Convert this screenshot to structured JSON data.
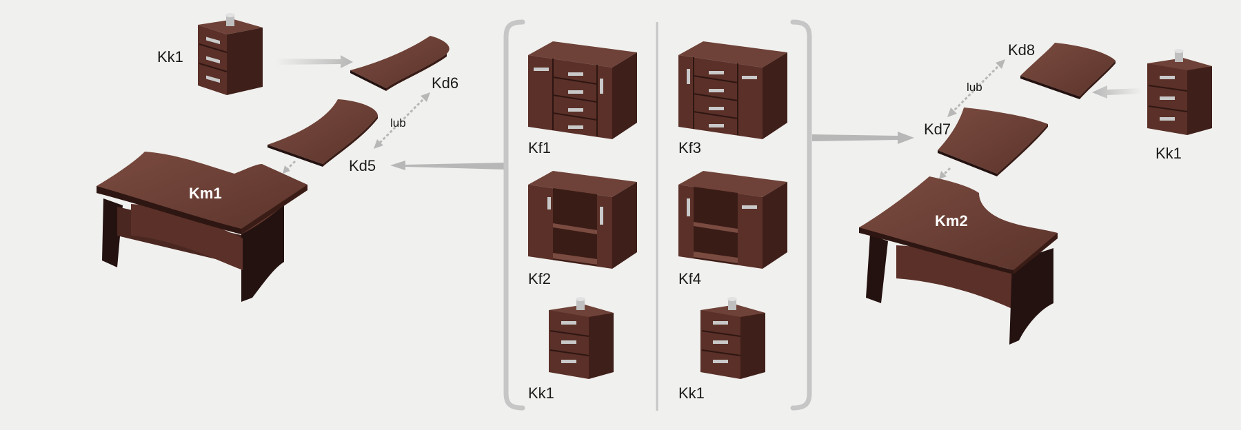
{
  "colors": {
    "background": "#f0f0ee",
    "wood_top": "#6e4238",
    "wood_front": "#5a3028",
    "wood_side": "#3f1f1a",
    "wood_dark": "#241210",
    "handle": "#c9c9c9",
    "arrow": "#b7b7b7",
    "bracket": "#c6c6c6"
  },
  "left_group": {
    "pedestal_label": "Kk1",
    "top_a_label": "Kd6",
    "top_b_label": "Kd5",
    "or_label": "lub",
    "desk_label": "Km1"
  },
  "center_group": {
    "cabinets": [
      {
        "label": "Kf1",
        "type": "drawers-left"
      },
      {
        "label": "Kf3",
        "type": "drawers-right"
      },
      {
        "label": "Kf2",
        "type": "open-left"
      },
      {
        "label": "Kf4",
        "type": "open-right"
      },
      {
        "label": "Kk1",
        "type": "pedestal"
      },
      {
        "label": "Kk1",
        "type": "pedestal"
      }
    ]
  },
  "right_group": {
    "pedestal_label": "Kk1",
    "top_a_label": "Kd8",
    "top_b_label": "Kd7",
    "or_label": "lub",
    "desk_label": "Km2"
  }
}
